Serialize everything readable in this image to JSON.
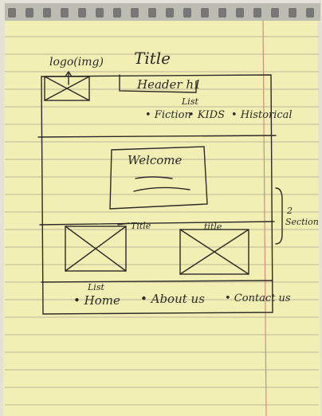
{
  "annotations": {
    "logo": "logo(img)",
    "title": "Title",
    "header": "Header h1",
    "list_top": "List",
    "two_section": "2",
    "section": "Section",
    "list_bottom": "List"
  },
  "top_nav": [
    "• Fiction",
    "• KIDS",
    "• Historical"
  ],
  "welcome": "Welcome",
  "section_titles": [
    "Title",
    "title"
  ],
  "footer_nav": [
    "• Home",
    "• About us",
    "• Contact us"
  ],
  "colors": {
    "paper": "#f2efb4",
    "ink": "#2c2a28",
    "rule": "#b9b79a",
    "margin": "#d68a88"
  }
}
